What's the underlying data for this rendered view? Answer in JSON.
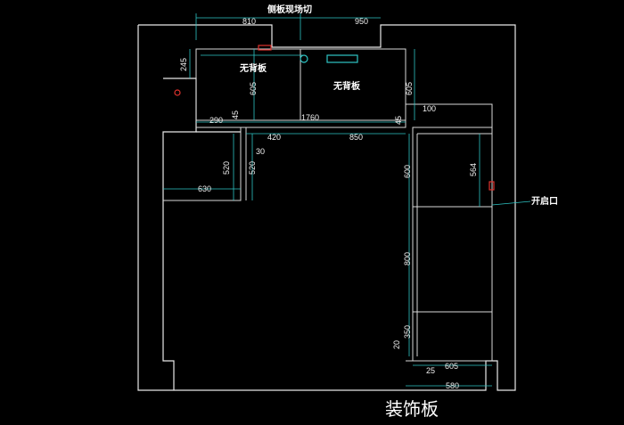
{
  "labels": {
    "side_panel_cut": "侧板现场切",
    "no_back_left": "无背板",
    "no_back_right": "无背板",
    "opening": "开启口",
    "title": "装饰板"
  },
  "dims": {
    "d810": "810",
    "d950": "950",
    "d245": "245",
    "d605_left": "605",
    "d605_right": "605",
    "d290": "290",
    "d45_a": "45",
    "d1760": "1760",
    "d45_b": "45",
    "d100": "100",
    "d420": "420",
    "d850": "850",
    "d30": "30",
    "d520_a": "520",
    "d520_b": "520",
    "d630": "630",
    "d600": "600",
    "d564": "564",
    "d800": "800",
    "d350": "350",
    "d20": "20",
    "d605_bottom": "605",
    "d25": "25",
    "d580": "580"
  },
  "colors": {
    "background": "#000000",
    "wall": "#e8e8e8",
    "dimension": "#2ec4c4",
    "marker": "#e0322d"
  }
}
